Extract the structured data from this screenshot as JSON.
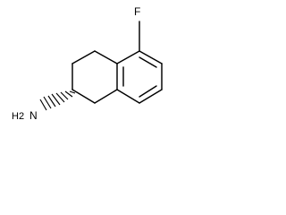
{
  "molecule": {
    "atoms": {
      "fluorine": "F",
      "amine_nitrogen": "N",
      "amine_hydrogens": "H2"
    }
  }
}
